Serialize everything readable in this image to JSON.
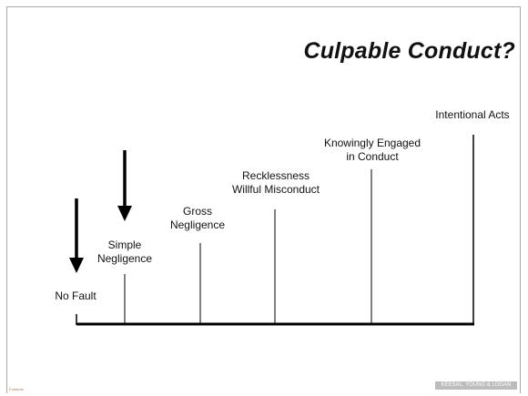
{
  "slide": {
    "title": "Culpable Conduct?"
  },
  "scale": {
    "categories": [
      {
        "lines": [
          "No Fault"
        ]
      },
      {
        "lines": [
          "Simple",
          "Negligence"
        ]
      },
      {
        "lines": [
          "Gross",
          "Negligence"
        ]
      },
      {
        "lines": [
          "Recklessness",
          "Willful Misconduct"
        ]
      },
      {
        "lines": [
          "Knowingly Engaged",
          "in Conduct"
        ]
      },
      {
        "lines": [
          "Intentional Acts"
        ]
      }
    ]
  },
  "footer": {
    "left_text": "Footnote",
    "logo_text": "KEESAL, YOUNG & LOGAN"
  },
  "colors": {
    "accent": "#000000",
    "border": "#a8a8a8",
    "footer_left": "#c96a2b",
    "logo_bg": "#bcbcbc"
  }
}
